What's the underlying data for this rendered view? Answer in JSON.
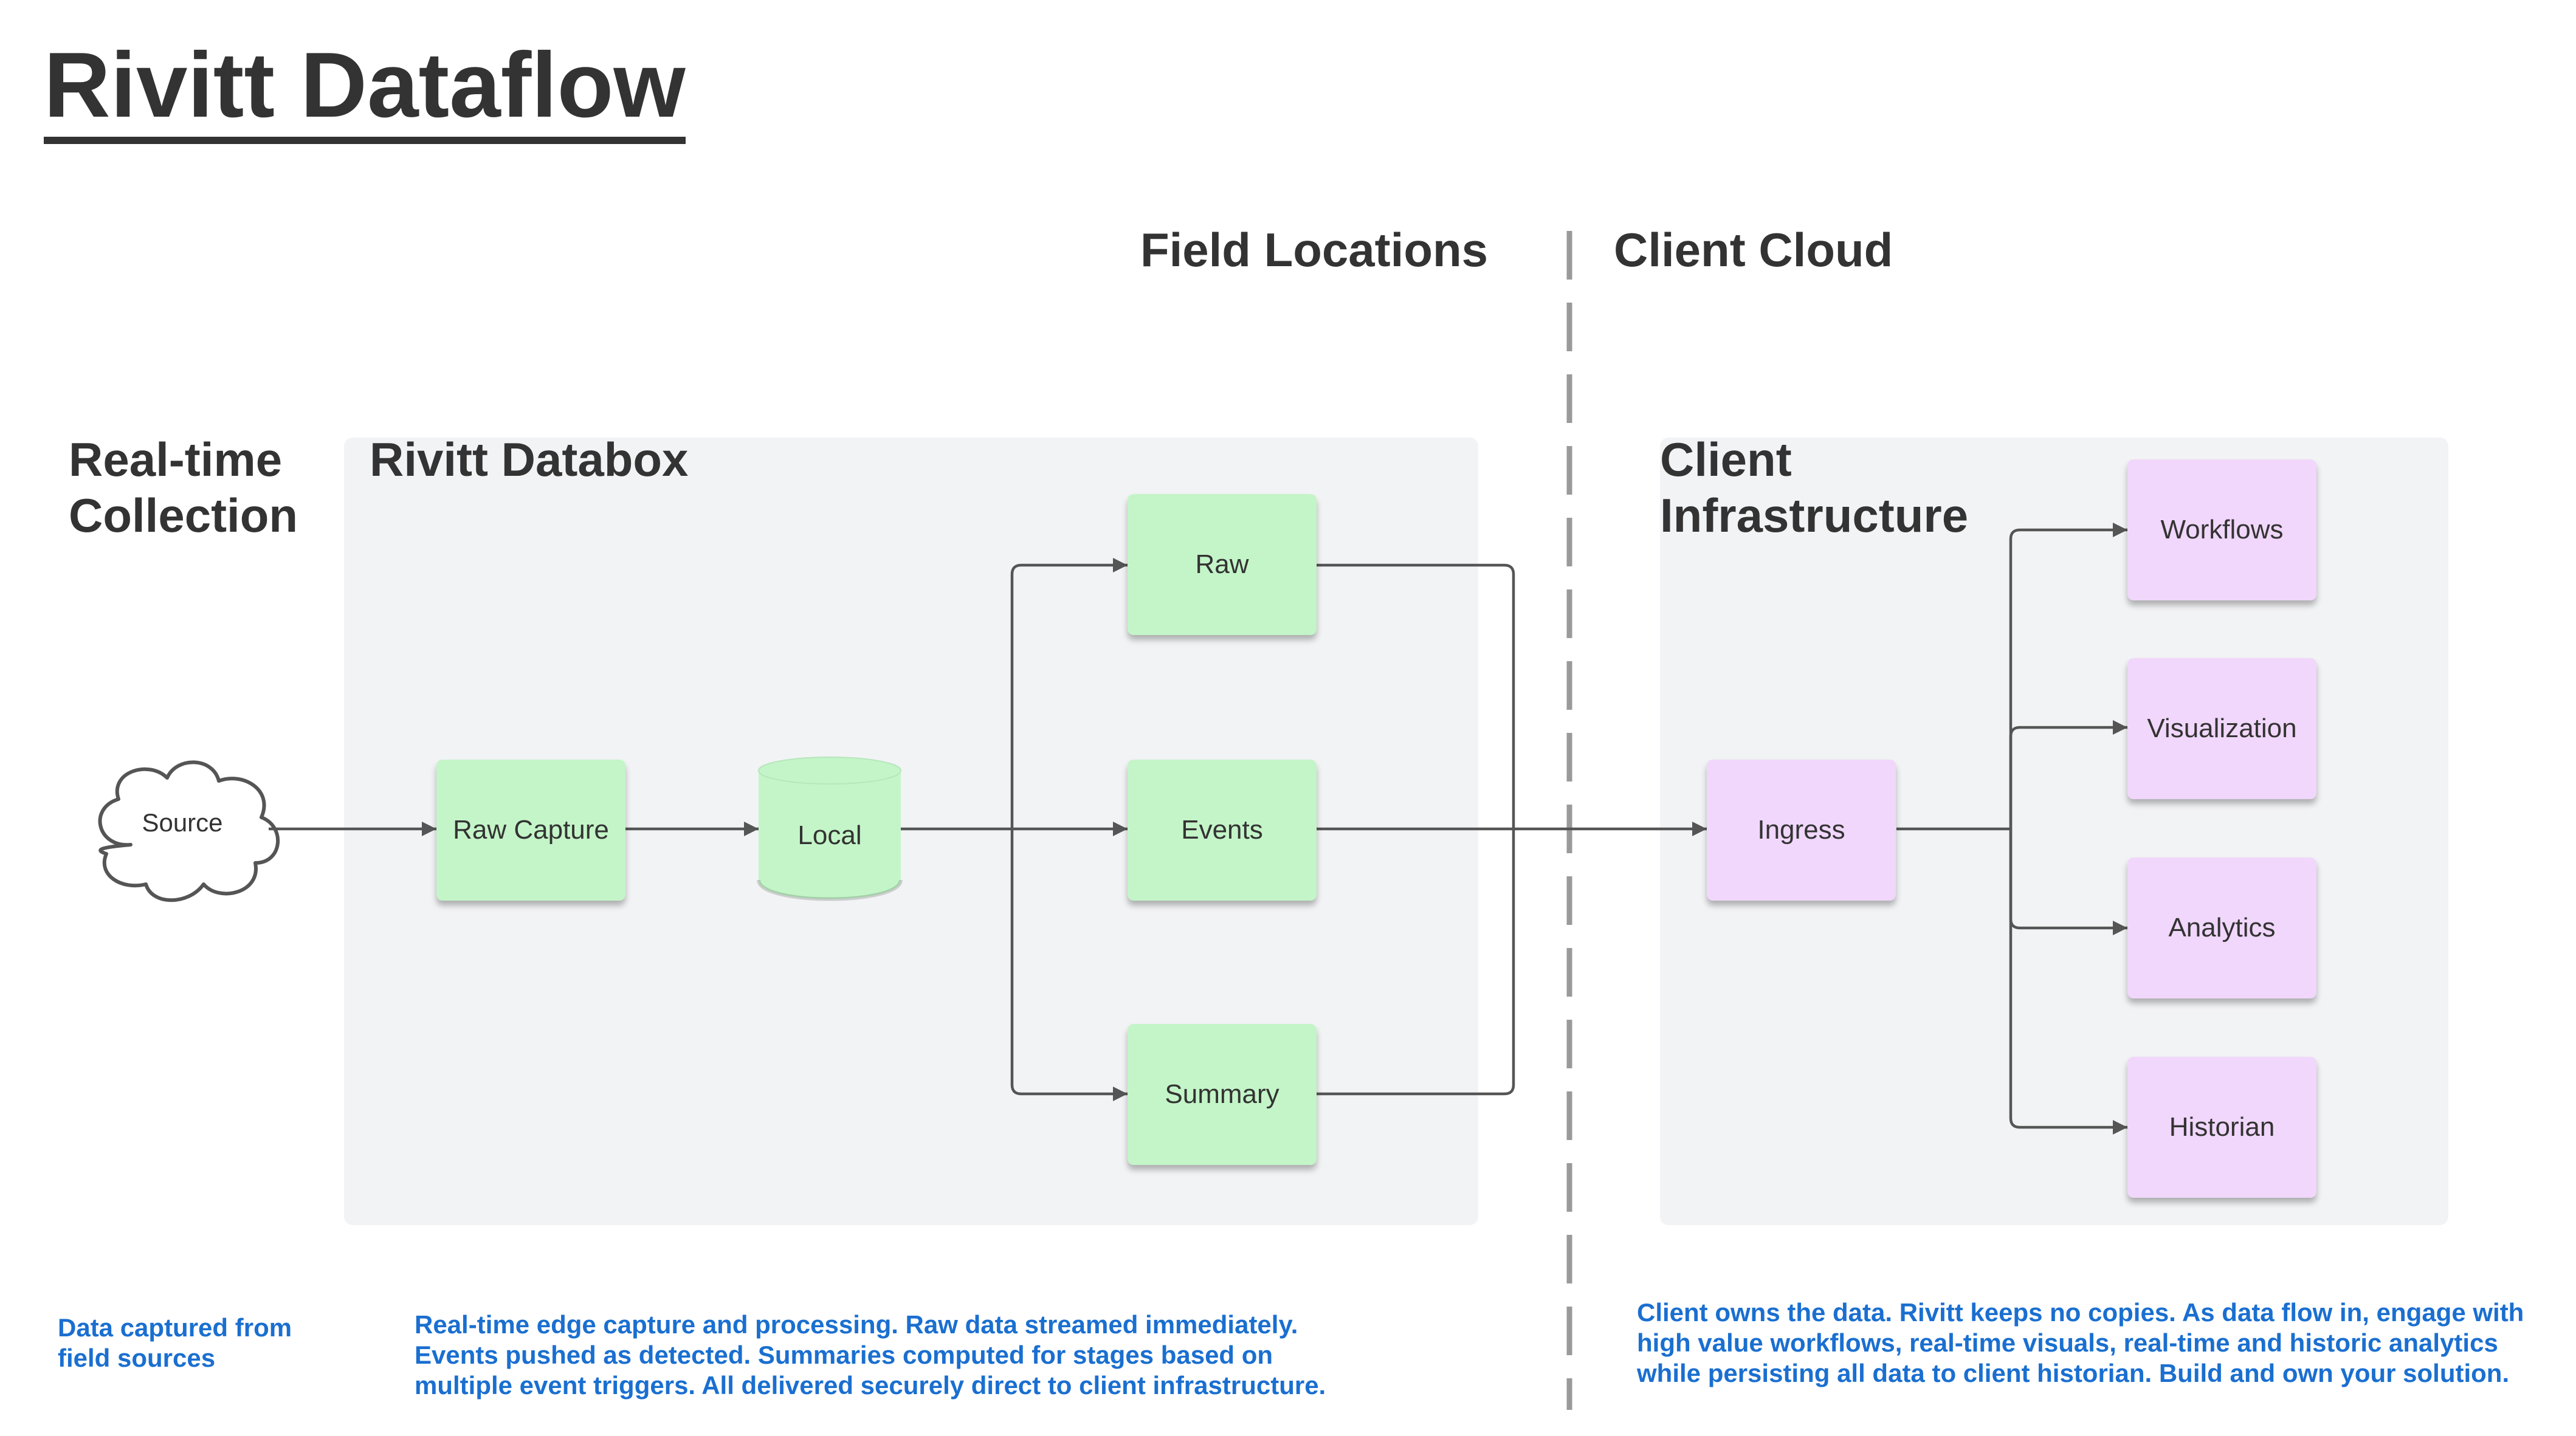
{
  "title": "Rivitt Dataflow",
  "sections": {
    "field_locations": "Field Locations",
    "client_cloud": "Client Cloud"
  },
  "columns": {
    "realtime_line1": "Real-time",
    "realtime_line2": "Collection",
    "databox": "Rivitt Databox",
    "infra_line1": "Client",
    "infra_line2": "Infrastructure"
  },
  "nodes": {
    "source": "Source",
    "raw_capture": "Raw Capture",
    "local": "Local",
    "raw": "Raw",
    "events": "Events",
    "summary": "Summary",
    "ingress": "Ingress",
    "workflows": "Workflows",
    "visualization": "Visualization",
    "analytics": "Analytics",
    "historian": "Historian"
  },
  "notes": {
    "collection": [
      "Data captured from",
      "field sources"
    ],
    "databox": [
      "Real-time edge capture and processing. Raw data streamed immediately.",
      "Events pushed as detected. Summaries computed for stages based on",
      "multiple event triggers. All delivered securely direct to client infrastructure."
    ],
    "client": [
      "Client owns the data. Rivitt keeps no copies. As data flow in, engage with",
      "high value workflows, real-time visuals, real-time and historic analytics",
      "while persisting all data to client historian. Build and own your solution."
    ]
  },
  "colors": {
    "text": "#333333",
    "panel": "#f2f3f5",
    "green_node": "#c4f5c8",
    "purple_node": "#f1d7fb",
    "note_text": "#1a6fd0",
    "connector": "#555555",
    "divider": "#9a9a9a"
  }
}
